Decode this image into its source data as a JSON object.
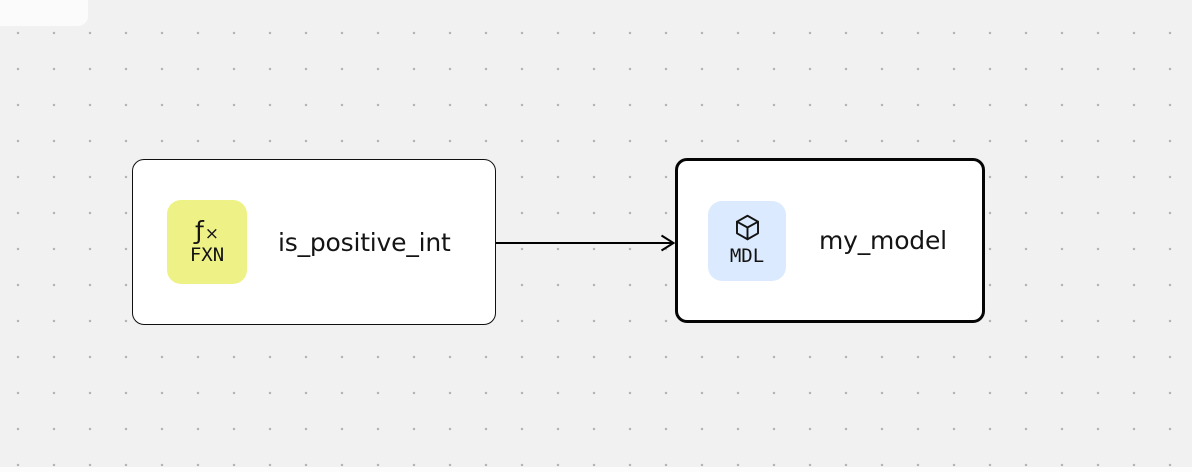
{
  "canvas": {
    "background_color": "#f1f1f1",
    "dot_color": "#b4b4b4"
  },
  "nodes": [
    {
      "label": "is_positive_int",
      "type_tag": "FXN",
      "icon": "function-icon",
      "icon_glyph_f": "ƒ",
      "icon_glyph_x": "×",
      "badge_color": "#eef286",
      "selected": false
    },
    {
      "label": "my_model",
      "type_tag": "MDL",
      "icon": "box-icon",
      "badge_color": "#dbeafe",
      "selected": true
    }
  ],
  "edges": [
    {
      "source": "is_positive_int",
      "target": "my_model"
    }
  ]
}
